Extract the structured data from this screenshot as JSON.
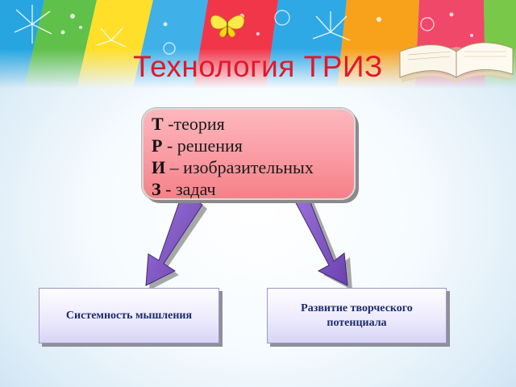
{
  "title": "Технология ТРИЗ",
  "triz_lines": [
    {
      "letter": "Т",
      "rest": " -теория"
    },
    {
      "letter": "Р",
      "rest": " - решения"
    },
    {
      "letter": "И",
      "rest": " – изобразительных"
    },
    {
      "letter": "З",
      "rest": " - задач"
    }
  ],
  "boxes": {
    "left": "Системность мышления",
    "right_line1": "Развитие творческого",
    "right_line2": "потенциала"
  },
  "colors": {
    "title": "#e0182b",
    "triz_fill": "#fa9aa2",
    "arrow": "#7b4fc0",
    "box_text": "#1c2a6e"
  },
  "icons": [
    "butterfly-icon",
    "open-book-icon",
    "arrow-down-left-icon",
    "arrow-down-right-icon"
  ]
}
